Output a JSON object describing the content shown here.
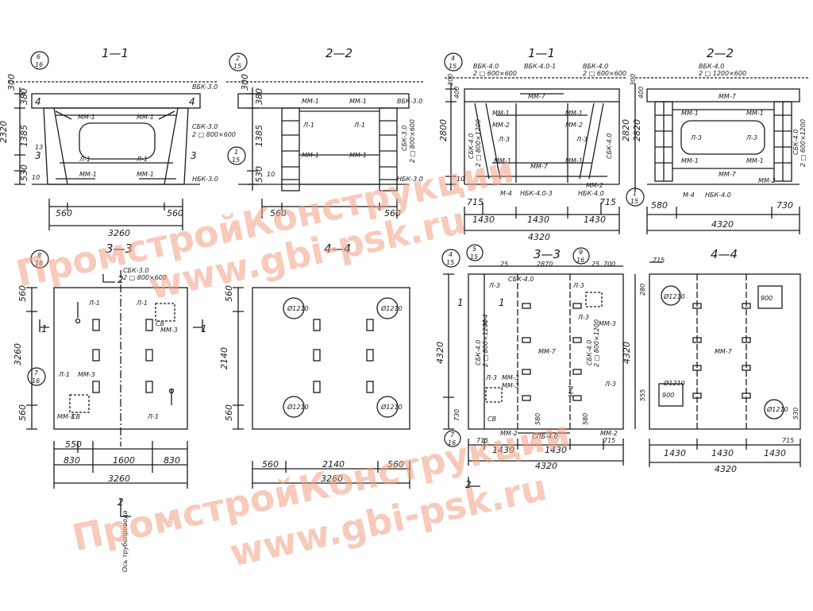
{
  "watermark": {
    "line1": "ПромстройКонструкции",
    "line2": "www.gbi-psk.ru",
    "color": "#f2a084"
  },
  "ink_color": "#1a1a1a",
  "left": {
    "sec11": {
      "title": "1—1",
      "callout_top": "6",
      "callout_bot": "16",
      "dims_left": [
        "2320",
        "1385",
        "530",
        "380",
        "300",
        "10"
      ],
      "labels": [
        "ВБК-3.0",
        "СБК-3.0",
        "2 □ 800×600",
        "НБК-3.0",
        "ММ-1",
        "ММ-1",
        "ММ-1",
        "ММ-1",
        "Л-1",
        "Л-1",
        "4",
        "4",
        "3",
        "3",
        "13"
      ],
      "dims_bottom": [
        "560",
        "560",
        "3260"
      ]
    },
    "sec22": {
      "title": "2—2",
      "callout_top": "2",
      "callout_bot": "15",
      "callout2_top": "1",
      "callout2_bot": "15",
      "dims_left": [
        "1385",
        "530",
        "380",
        "300",
        "10"
      ],
      "labels": [
        "ММ-1",
        "ММ-1",
        "ММ-1",
        "ММ-1",
        "Л-1",
        "Л-1",
        "ВБК-3.0",
        "СБК-3.0",
        "2 □ 800×600",
        "НБК-3.0"
      ],
      "dims_bottom": [
        "560",
        "560"
      ]
    },
    "sec33": {
      "title": "3—3",
      "callout_top": "8",
      "callout_bot": "16",
      "callout2_top": "7",
      "callout2_bot": "16",
      "labels": [
        "СБК-3.0",
        "2 □ 800×600",
        "Л-1",
        "Л-1",
        "ММ-3",
        "СВ",
        "Л-1",
        "ММ-3",
        "ММ-3",
        "СВ",
        "Л-1",
        "2",
        "1",
        "1",
        "2"
      ],
      "dims_left": [
        "560",
        "3260",
        "560"
      ],
      "dims_bottom": [
        "550",
        "830",
        "1600",
        "830",
        "3260"
      ],
      "axis": "Ось трубопровода"
    },
    "sec44": {
      "title": "4—4",
      "dims_left": [
        "560",
        "2140",
        "560"
      ],
      "labels": [
        "Ø1210",
        "Ø1210",
        "Ø1210",
        "Ø1210"
      ],
      "dims_bottom": [
        "560",
        "2140",
        "560",
        "3260"
      ]
    }
  },
  "right": {
    "sec11": {
      "title": "1—1",
      "callout_top": "4",
      "callout_bot": "15",
      "labels": [
        "ВБК-4.0",
        "2 □ 600×600",
        "ВБК-4.0-1",
        "ВБК-4.0",
        "2 □ 600×600",
        "ММ-7",
        "ММ-1",
        "ММ-2",
        "ММ-1",
        "ММ-2",
        "Л-3",
        "Л-3",
        "ММ-1",
        "ММ-7",
        "ММ-1",
        "СБК-4.0",
        "2 □ 800×1200",
        "СБК-4.0",
        "М-4",
        "НБК-4.0-3",
        "НБК-4.0",
        "ММ-2"
      ],
      "dims_left": [
        "2820",
        "2800",
        "400",
        "300",
        "10"
      ],
      "dims_bottom": [
        "715",
        "715",
        "1430",
        "1430",
        "1430",
        "4320"
      ]
    },
    "sec22": {
      "title": "2—2",
      "callout_top": "1",
      "callout_bot": "15",
      "labels": [
        "ВБК-4.0",
        "2 □ 1200×600",
        "ММ-7",
        "ММ-1",
        "ММ-1",
        "Л-3",
        "Л-3",
        "ММ-1",
        "ММ-1",
        "ММ-7",
        "СБК-4.0",
        "2 □ 600×1200",
        "М-4",
        "НБК-4.0",
        "ММ-2"
      ],
      "dims_left": [
        "2820",
        "400",
        "300"
      ],
      "dims_bottom": [
        "580",
        "730",
        "4320"
      ]
    },
    "sec33": {
      "title": "3—3",
      "callout_top": "4",
      "callout_bot": "15",
      "callout2_top": "5",
      "callout2_bot": "15",
      "callout3_top": "9",
      "callout3_bot": "16",
      "callout4_top": "7",
      "callout4_bot": "16",
      "labels": [
        "СБК-4.0",
        "Л-3",
        "Л-3",
        "Л-3",
        "ММ-3",
        "М-4",
        "СБК-4.0",
        "2 □ 800×1200",
        "ММ-7",
        "СБК-4.0",
        "2 □ 800×1200",
        "М-4",
        "Л-3",
        "ММ-3",
        "ММ-3",
        "Л-3",
        "СВ",
        "ММ-2",
        "СПБ-4.0",
        "ММ-2",
        "1",
        "1"
      ],
      "dims_top": [
        "25",
        "2870",
        "25",
        "700"
      ],
      "dims_left": [
        "4320",
        "730"
      ],
      "dims_bottom": [
        "715",
        "1430",
        "1430",
        "715",
        "4320"
      ],
      "dims_inner": [
        "580",
        "580"
      ],
      "section_mark": "2"
    },
    "sec44": {
      "title": "4—4",
      "labels": [
        "Ø1210",
        "900",
        "ММ-7",
        "Ø1210",
        "900",
        "Ø1210"
      ],
      "dims_top": [
        "715"
      ],
      "dims_left": [
        "4320",
        "280",
        "555",
        "530"
      ],
      "dims_bottom": [
        "715",
        "1430",
        "1430",
        "1430",
        "4320"
      ]
    }
  }
}
